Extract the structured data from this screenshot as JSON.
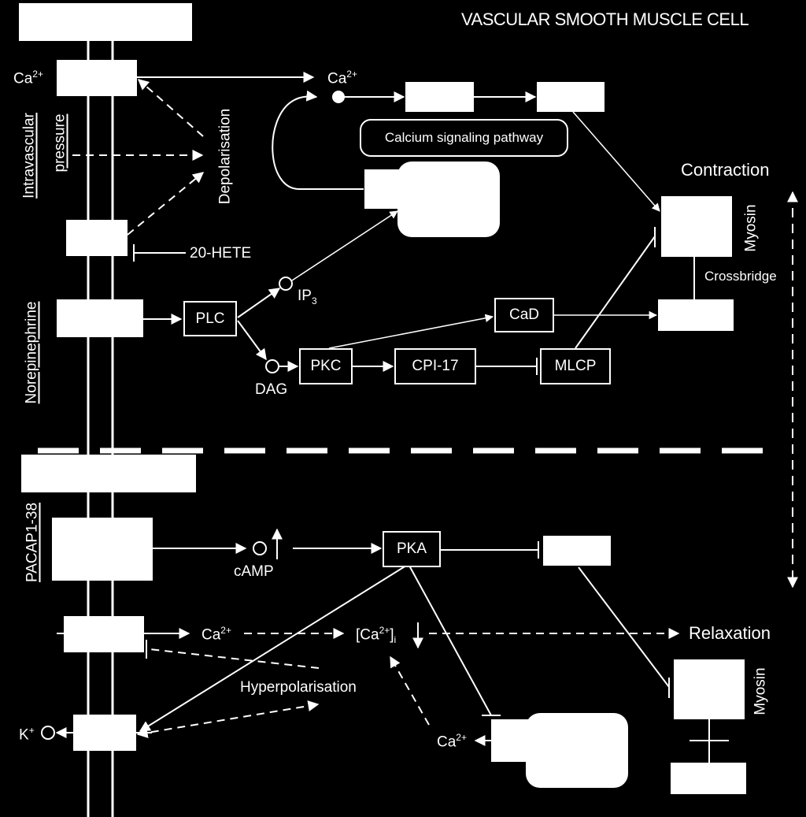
{
  "title": "VASCULAR SMOOTH MUSCLE CELL",
  "inputs": {
    "intravascular_a": "Intravascular",
    "intravascular_b": "pressure",
    "norepinephrine": "Norepinephrine",
    "pacap": "PACAP1-38"
  },
  "nodes": {
    "depolarisation": "Depolarisation",
    "hete": "20-HETE",
    "plc": "PLC",
    "ip3": "IP",
    "ip3_sub": "3",
    "dag": "DAG",
    "pkc": "PKC",
    "cpi17": "CPI-17",
    "mlcp": "MLCP",
    "cad": "CaD",
    "camp": "cAMP",
    "pka": "PKA",
    "hyperpolarisation": "Hyperpolarisation",
    "calcium_pathway": "Calcium signaling pathway",
    "myosin_top": "Myosin",
    "myosin_bottom": "Myosin",
    "crossbridge": "Crossbridge"
  },
  "ions": {
    "ca_left_base": "Ca",
    "ca_left_sup": "2+",
    "ca_mid_base": "Ca",
    "ca_mid_sup": "2+",
    "ca_low_base": "Ca",
    "ca_low_sup": "2+",
    "cai_base": "[Ca",
    "cai_sup": "2+",
    "cai_close": "]",
    "cai_sub": "i",
    "ca_sr_base": "Ca",
    "ca_sr_sup": "2+",
    "k_base": "K",
    "k_sup": "+"
  },
  "outcomes": {
    "contraction": "Contraction",
    "relaxation": "Relaxation"
  }
}
